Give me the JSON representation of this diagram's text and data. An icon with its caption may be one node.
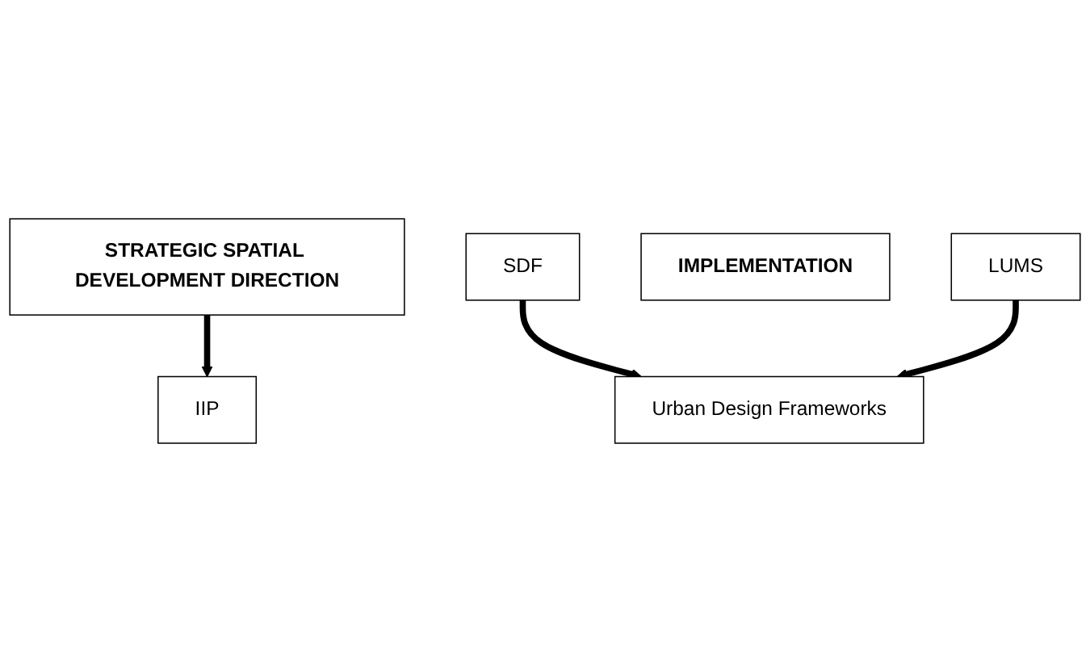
{
  "diagram": {
    "nodes": [
      {
        "text": [
          "STRATEGIC SPATIAL DEVELOPMENT DIRECTION"
        ]
      },
      {
        "text": [
          "SDF"
        ]
      },
      {
        "text": [
          "IMPLEMENTATION"
        ]
      },
      {
        "text": [
          "IIP"
        ]
      },
      {
        "text": [
          "Urban Design Frameworks"
        ]
      },
      {
        "text": [
          "LUMS"
        ]
      }
    ],
    "edges": [
      {
        "from": 0,
        "to": 3,
        "arrow": "to"
      },
      {
        "from": 1,
        "to": 4,
        "arrow": "to"
      },
      {
        "from": 5,
        "to": 4,
        "arrow": "to"
      }
    ]
  }
}
